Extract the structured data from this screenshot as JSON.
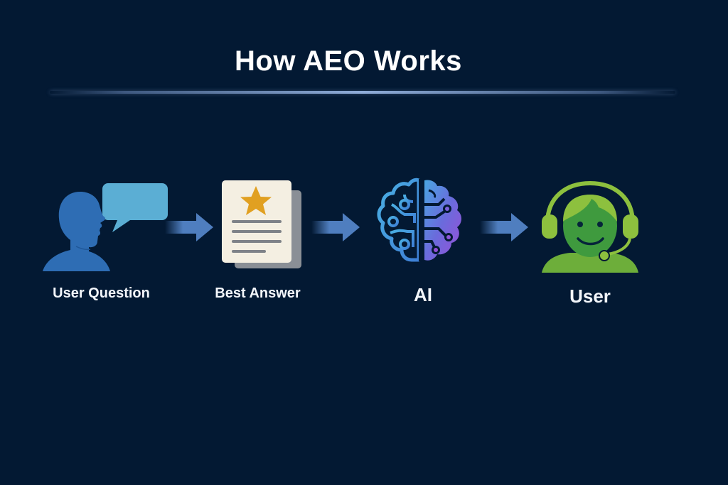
{
  "title": "How AEO Works",
  "colors": {
    "background": "#031933",
    "divider": "#94B4E1",
    "arrow": "#4F7EBF",
    "person_blue": "#2E6DB4",
    "speech_bubble": "#5BAED4",
    "document_paper": "#F4EFE2",
    "document_shadow": "#8A8F96",
    "star": "#E1A021",
    "brain_left": "#45A4DE",
    "brain_right": "#8A4FD8",
    "agent_light_green": "#8DC03E",
    "agent_dark_green": "#3F9A3E"
  },
  "steps": [
    {
      "label": "User Question",
      "icon": "person-speech-bubble-icon"
    },
    {
      "label": "Best Answer",
      "icon": "document-star-icon"
    },
    {
      "label": "AI",
      "icon": "brain-circuit-icon"
    },
    {
      "label": "User",
      "icon": "headset-user-icon"
    }
  ],
  "connectors": [
    {
      "from": "User Question",
      "to": "Best Answer",
      "icon": "arrow-right-icon"
    },
    {
      "from": "Best Answer",
      "to": "AI",
      "icon": "arrow-right-icon"
    },
    {
      "from": "AI",
      "to": "User",
      "icon": "arrow-right-icon"
    }
  ]
}
